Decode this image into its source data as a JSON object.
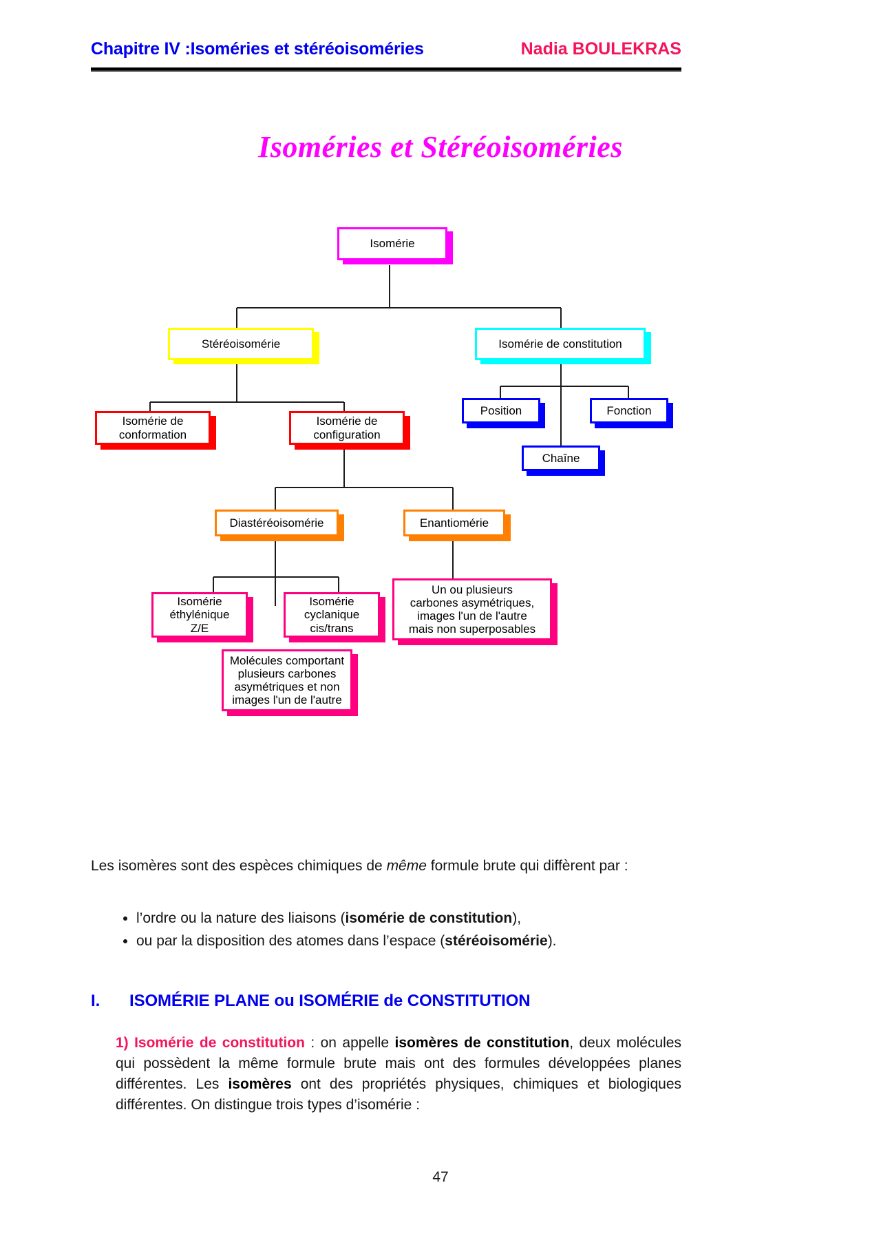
{
  "header": {
    "left": "Chapitre IV :Isoméries et stéréoisoméries",
    "right": "Nadia BOULEKRAS",
    "left_color": "#0000ee",
    "right_color": "#f4145b"
  },
  "title": {
    "text": "Isoméries et Stéréoisoméries",
    "color": "#ff00ff"
  },
  "diagram": {
    "nodes": [
      {
        "id": "isomerie",
        "label": "Isomérie",
        "border": "#ff00ff",
        "shadow": "#ff00ff"
      },
      {
        "id": "stereoisomerie",
        "label": "Stéréoisomérie",
        "border": "#ffff00",
        "shadow": "#ffff00"
      },
      {
        "id": "constitution",
        "label": "Isomérie de constitution",
        "border": "#00ffff",
        "shadow": "#00ffff"
      },
      {
        "id": "conformation",
        "label": "Isomérie de\nconformation",
        "border": "#ff0000",
        "shadow": "#ff0000"
      },
      {
        "id": "configuration",
        "label": "Isomérie de\nconfiguration",
        "border": "#ff0000",
        "shadow": "#ff0000"
      },
      {
        "id": "position",
        "label": "Position",
        "border": "#0000ff",
        "shadow": "#0000ff"
      },
      {
        "id": "fonction",
        "label": "Fonction",
        "border": "#0000ff",
        "shadow": "#0000ff"
      },
      {
        "id": "chaine",
        "label": "Chaîne",
        "border": "#0000ff",
        "shadow": "#0000ff"
      },
      {
        "id": "diastereoisomerie",
        "label": "Diastéréoisomérie",
        "border": "#ff8000",
        "shadow": "#ff8000"
      },
      {
        "id": "enantiomerie",
        "label": "Enantiomérie",
        "border": "#ff8000",
        "shadow": "#ff8000"
      },
      {
        "id": "ethylenique",
        "label": "Isomérie\néthylénique\nZ/E",
        "border": "#ff0080",
        "shadow": "#ff0080"
      },
      {
        "id": "cyclanique",
        "label": "Isomérie\ncyclanique\ncis/trans",
        "border": "#ff0080",
        "shadow": "#ff0080"
      },
      {
        "id": "plusieurs_carbones",
        "label": "Molécules comportant\nplusieurs carbones\nasymétriques et non\nimages l'un de l'autre",
        "border": "#ff0080",
        "shadow": "#ff0080"
      },
      {
        "id": "carbones_asym",
        "label": "Un ou plusieurs\ncarbones asymétriques,\nimages l'un de l'autre\nmais non superposables",
        "border": "#ff0080",
        "shadow": "#ff0080"
      }
    ]
  },
  "body": {
    "intro_1": "Les isomères sont des espèces chimiques de ",
    "intro_em": "même",
    "intro_2": " formule brute qui diffèrent par :",
    "bullet_1_a": "l’ordre ou la nature des liaisons (",
    "bullet_1_b": "isomérie de constitution",
    "bullet_1_c": "),",
    "bullet_2_a": "ou par la disposition des atomes dans l’espace (",
    "bullet_2_b": "stéréoisomérie",
    "bullet_2_c": ").",
    "section_number": "I.",
    "section_title": "ISOMÉRIE PLANE ou ISOMÉRIE de CONSTITUTION",
    "item_lead": "1) Isomérie de constitution",
    "item_t1": " : on appelle ",
    "item_b1": "isomères de constitution",
    "item_t2": ", deux molécules qui possèdent la même formule brute mais ont des formules développées planes différentes. Les ",
    "item_b2": "isomères",
    "item_t3": " ont des propriétés physiques, chimiques et biologiques différentes. On distingue trois types d’isomérie :",
    "page_number": "47"
  }
}
